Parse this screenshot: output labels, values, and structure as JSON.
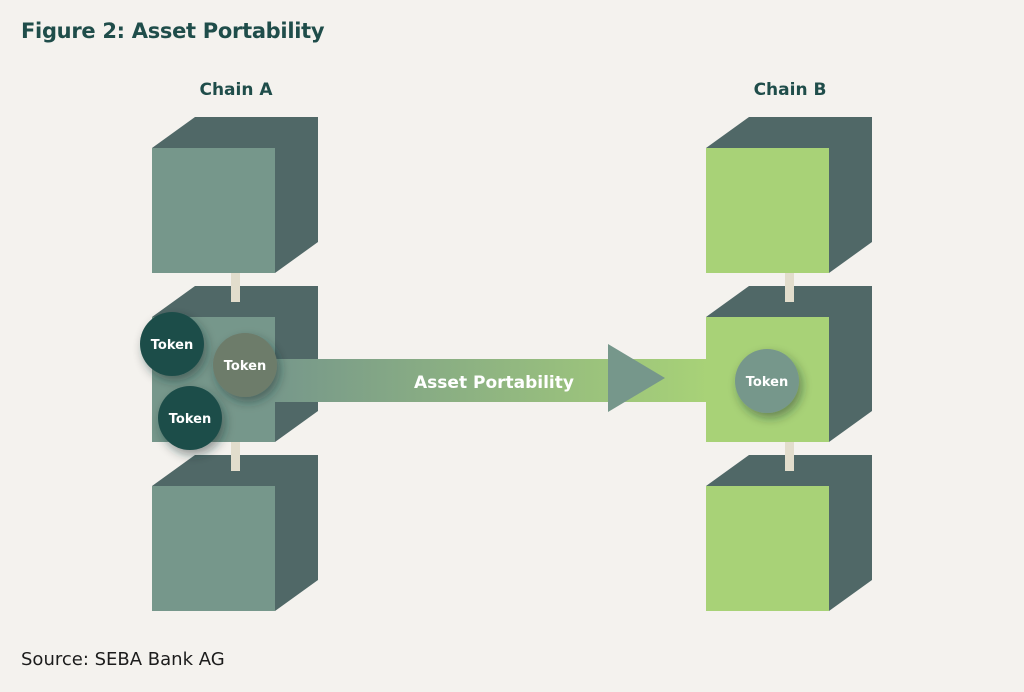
{
  "figure": {
    "title": "Figure 2: Asset Portability",
    "source": "Source: SEBA Bank AG"
  },
  "chains": [
    {
      "label": "Chain A",
      "front_color": "#76978b",
      "side_color": "#506867",
      "blocks": 3
    },
    {
      "label": "Chain B",
      "front_color": "#a8d277",
      "side_color": "#506867",
      "blocks": 3
    }
  ],
  "tokens": {
    "chain_a": [
      {
        "label": "Token",
        "color": "#1f4d4a"
      },
      {
        "label": "Token",
        "color": "#6d7b6b"
      },
      {
        "label": "Token",
        "color": "#1f4d4a"
      }
    ],
    "chain_b": [
      {
        "label": "Token",
        "color": "#76978b"
      }
    ]
  },
  "arrow": {
    "label": "Asset Portability",
    "gradient_start": "#76978b",
    "gradient_end": "#a8d277",
    "head_color": "#76978b"
  },
  "colors": {
    "background": "#f4f2ee",
    "connector": "#e2ddcc",
    "heading": "#1f4d4a"
  }
}
